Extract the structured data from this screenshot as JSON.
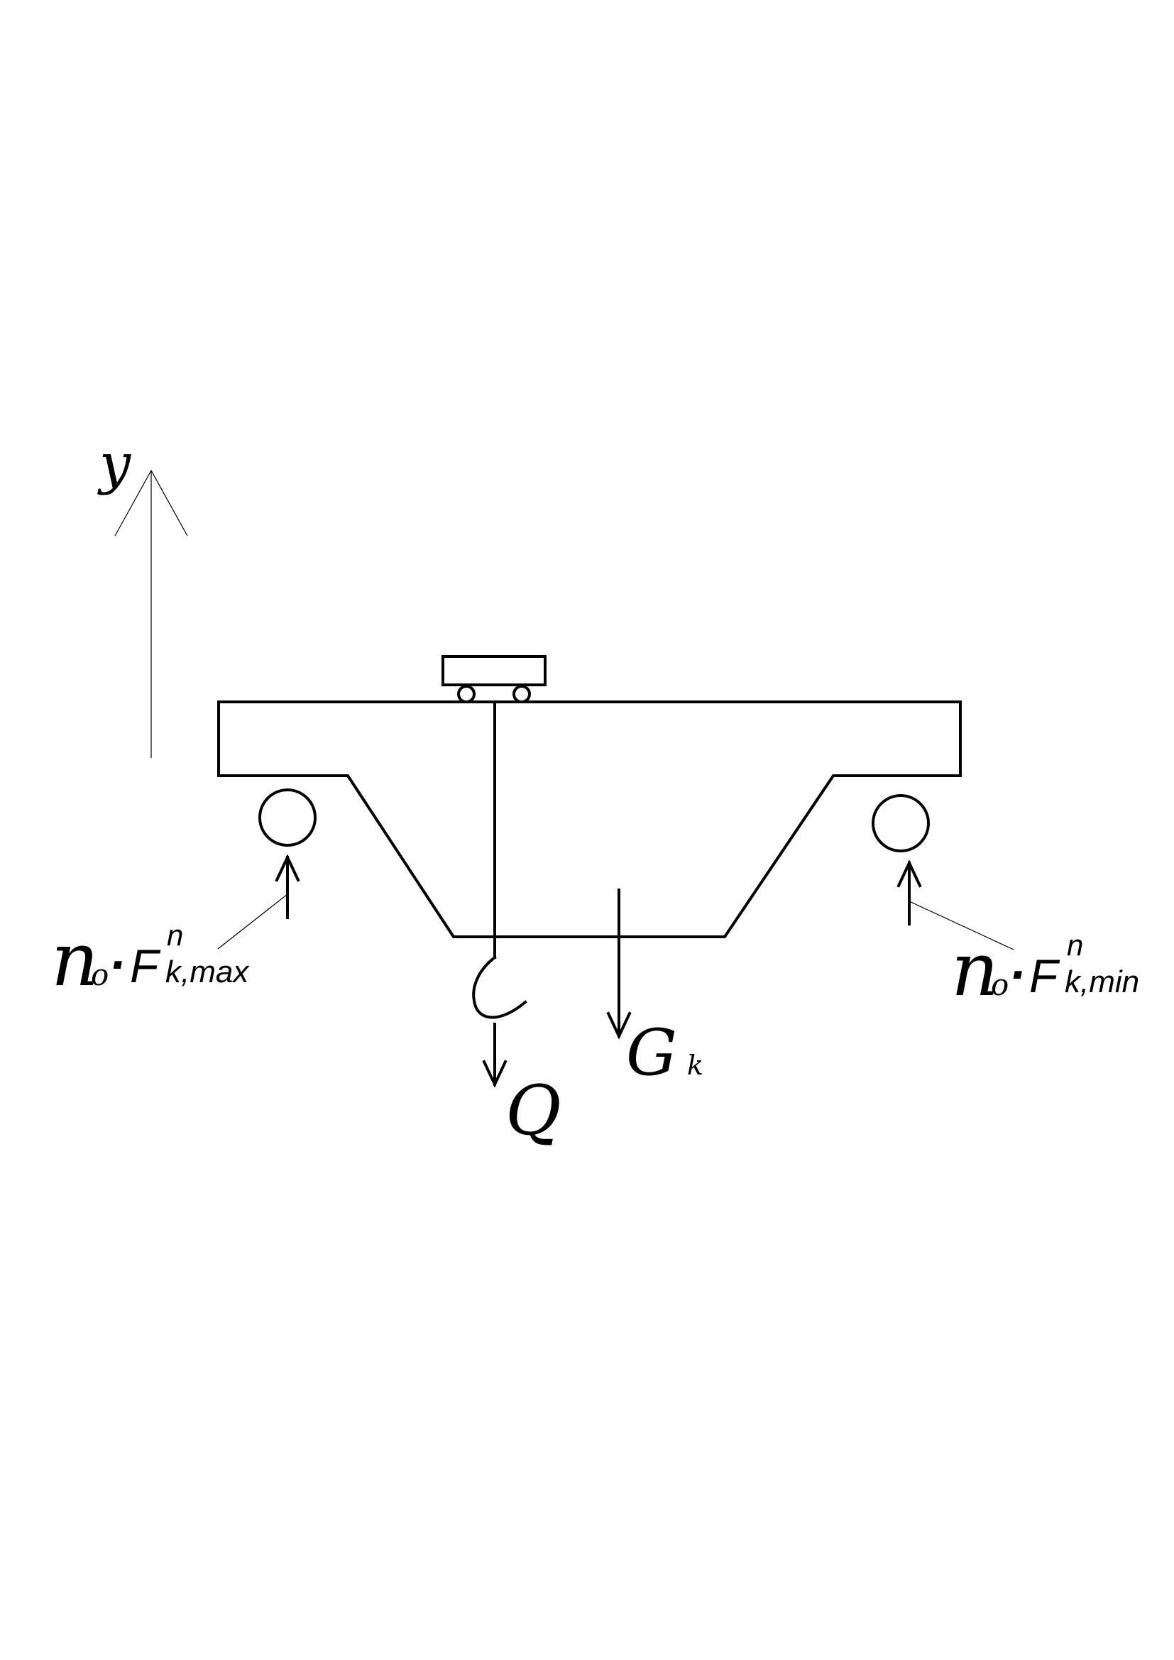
{
  "labels": {
    "y_axis": "y",
    "reaction_left": {
      "n": "n",
      "n_sub": "o",
      "dot": "·",
      "F": "F",
      "F_sup": "n",
      "F_sub": "k,max"
    },
    "reaction_right": {
      "n": "n",
      "n_sub": "o",
      "dot": "·",
      "F": "F",
      "F_sup": "n",
      "F_sub": "k,min"
    },
    "load_Q": "Q",
    "weight": {
      "G": "G",
      "G_sub": "k"
    }
  }
}
